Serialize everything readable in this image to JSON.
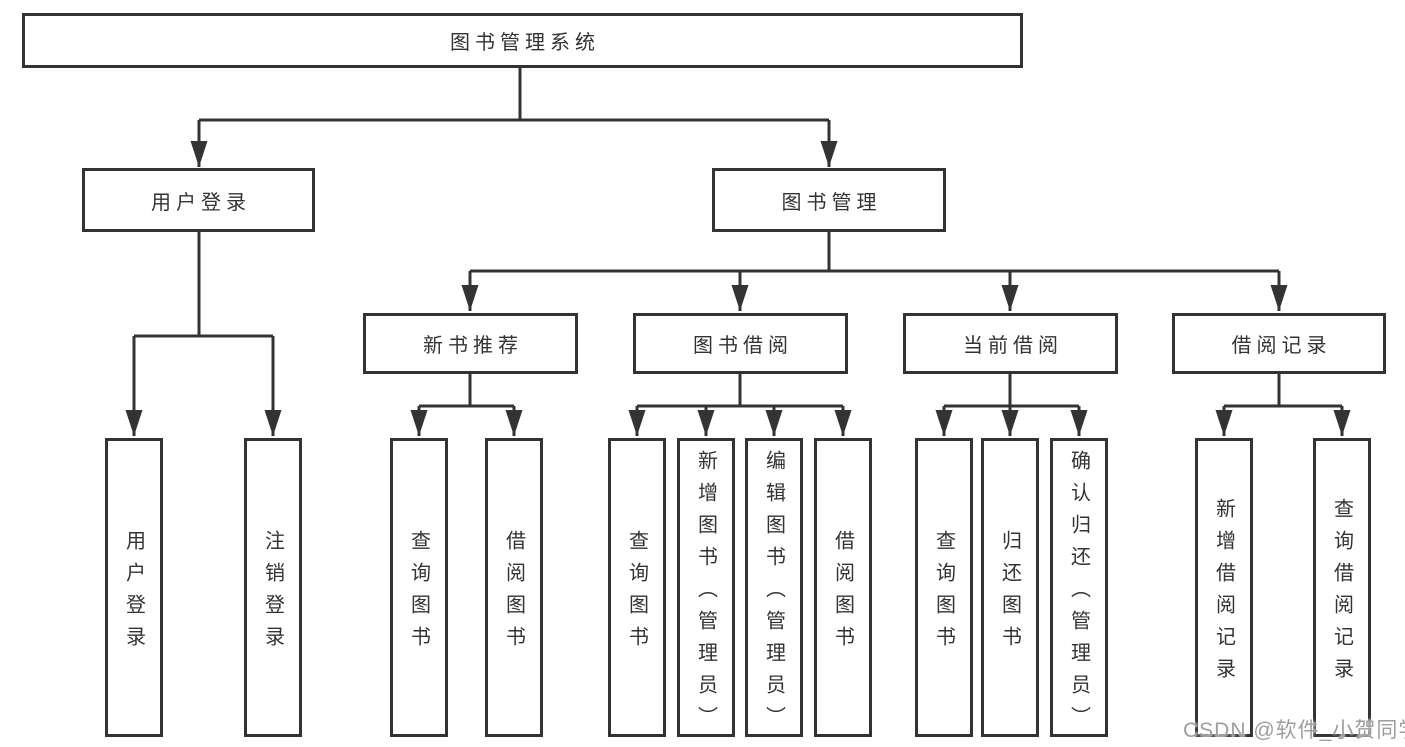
{
  "tree": {
    "label": "图书管理系统",
    "children": [
      {
        "label": "用户登录",
        "children": [
          {
            "label": "用户登录"
          },
          {
            "label": "注销登录"
          }
        ]
      },
      {
        "label": "图书管理",
        "children": [
          {
            "label": "新书推荐",
            "children": [
              {
                "label": "查询图书"
              },
              {
                "label": "借阅图书"
              }
            ]
          },
          {
            "label": "图书借阅",
            "children": [
              {
                "label": "查询图书"
              },
              {
                "label": "新增图书（管理员）"
              },
              {
                "label": "编辑图书（管理员）"
              },
              {
                "label": "借阅图书"
              }
            ]
          },
          {
            "label": "当前借阅",
            "children": [
              {
                "label": "查询图书"
              },
              {
                "label": "归还图书"
              },
              {
                "label": "确认归还（管理员）"
              }
            ]
          },
          {
            "label": "借阅记录",
            "children": [
              {
                "label": "新增借阅记录"
              },
              {
                "label": "查询借阅记录"
              }
            ]
          }
        ]
      }
    ]
  },
  "watermark": {
    "text": "CSDN @软件_小贺同学"
  },
  "colors": {
    "line": "#333333",
    "node_border": "#333333",
    "node_text": "#333333",
    "background": "#ffffff",
    "watermark": "#9e9e9e"
  }
}
